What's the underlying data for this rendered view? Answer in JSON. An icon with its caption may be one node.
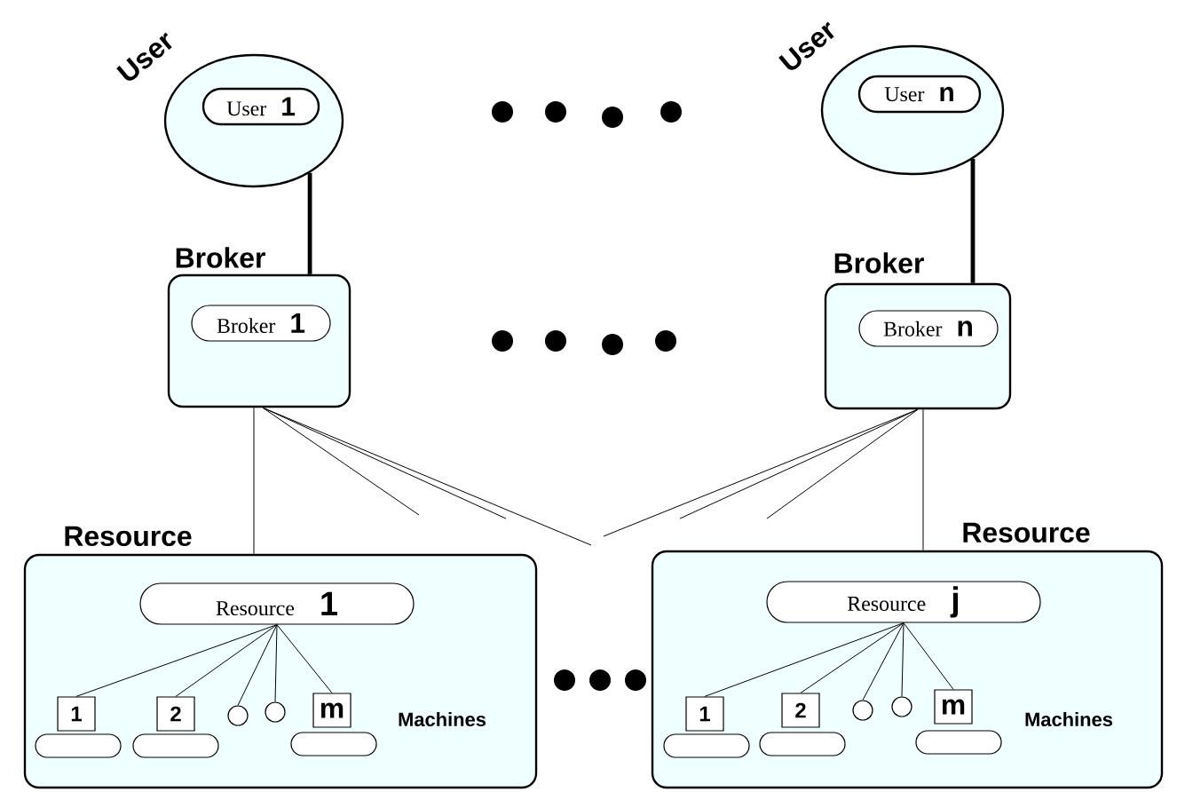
{
  "diagram": {
    "nodes": [
      {
        "text": [
          "User"
        ]
      },
      {
        "text": [
          "User",
          "1"
        ],
        "in": 0
      },
      {
        "text": [
          "User"
        ]
      },
      {
        "text": [
          "User",
          "n"
        ],
        "in": 2
      },
      {
        "text": [
          "Broker"
        ]
      },
      {
        "text": [
          "Broker",
          "1"
        ],
        "in": 4
      },
      {
        "text": [
          "Broker"
        ]
      },
      {
        "text": [
          "Broker",
          "n"
        ],
        "in": 6
      },
      {
        "text": [
          "Resource"
        ]
      },
      {
        "text": [
          "Resource",
          "1"
        ],
        "in": 8
      },
      {
        "text": [
          "1"
        ],
        "in": 8
      },
      {
        "text": [
          "2"
        ],
        "in": 8
      },
      {
        "text": [],
        "shape": "circle",
        "in": 8
      },
      {
        "text": [],
        "shape": "circle",
        "in": 8
      },
      {
        "text": [
          "m"
        ],
        "in": 8
      },
      {
        "text": [
          "Resource"
        ]
      },
      {
        "text": [
          "Resource",
          "j"
        ],
        "in": 15
      },
      {
        "text": [
          "1"
        ],
        "in": 15
      },
      {
        "text": [
          "2"
        ],
        "in": 15
      },
      {
        "text": [],
        "shape": "circle",
        "in": 15
      },
      {
        "text": [],
        "shape": "circle",
        "in": 15
      },
      {
        "text": [
          "m"
        ],
        "in": 15
      }
    ],
    "edges": [
      {
        "from": 0,
        "to": 4,
        "arrow": "none",
        "style": "thick"
      },
      {
        "from": 2,
        "to": 6,
        "arrow": "none",
        "style": "thick"
      },
      {
        "from": 4,
        "to": 8,
        "arrow": "none"
      },
      {
        "from": 4,
        "to": null,
        "arrow": "none"
      },
      {
        "from": 4,
        "to": null,
        "arrow": "none"
      },
      {
        "from": 4,
        "to": null,
        "arrow": "none"
      },
      {
        "from": 6,
        "to": 15,
        "arrow": "none"
      },
      {
        "from": 6,
        "to": null,
        "arrow": "none"
      },
      {
        "from": 6,
        "to": null,
        "arrow": "none"
      },
      {
        "from": 6,
        "to": null,
        "arrow": "none"
      },
      {
        "from": 9,
        "to": 10,
        "arrow": "none"
      },
      {
        "from": 9,
        "to": 11,
        "arrow": "none"
      },
      {
        "from": 9,
        "to": 12,
        "arrow": "none"
      },
      {
        "from": 9,
        "to": 13,
        "arrow": "none"
      },
      {
        "from": 9,
        "to": 14,
        "arrow": "none"
      },
      {
        "from": 16,
        "to": 17,
        "arrow": "none"
      },
      {
        "from": 16,
        "to": 18,
        "arrow": "none"
      },
      {
        "from": 16,
        "to": 19,
        "arrow": "none"
      },
      {
        "from": 16,
        "to": 20,
        "arrow": "none"
      },
      {
        "from": 16,
        "to": 21,
        "arrow": "none"
      }
    ],
    "labels": [
      "Machines",
      "Machines"
    ]
  }
}
